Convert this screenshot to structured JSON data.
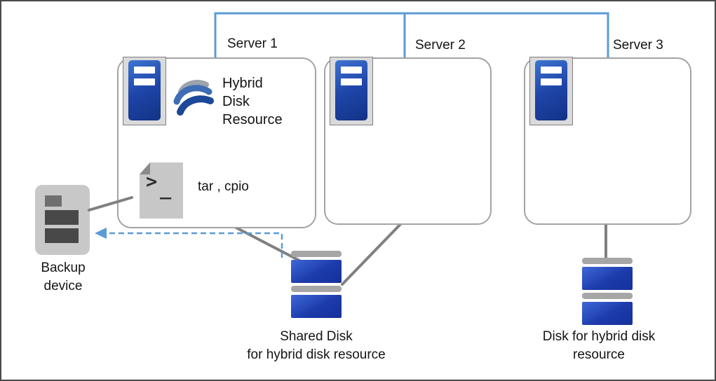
{
  "servers": [
    {
      "label": "Server 1"
    },
    {
      "label": "Server 2"
    },
    {
      "label": "Server 3"
    }
  ],
  "server1": {
    "resource_lines": [
      "Hybrid",
      "Disk",
      "Resource"
    ],
    "script_label": "tar , cpio",
    "script_icon_glyphs": [
      ">",
      "_"
    ]
  },
  "backup_device": {
    "lines": [
      "Backup",
      "device"
    ]
  },
  "shared_disk": {
    "lines": [
      "Shared Disk",
      "for hybrid disk resource"
    ]
  },
  "hybrid_disk": {
    "lines": [
      "Disk for hybrid disk",
      "resource"
    ]
  },
  "colors": {
    "network_line": "#5b9bd5",
    "storage_link": "#808080",
    "backup_link": "#808080",
    "dashed_arrow": "#5b9bd5",
    "server_icon_blue": "#1e45a8",
    "disk_blue": "#1d3bab",
    "box_border": "#a3a3a3",
    "icon_gray": "#c8c8c8"
  }
}
